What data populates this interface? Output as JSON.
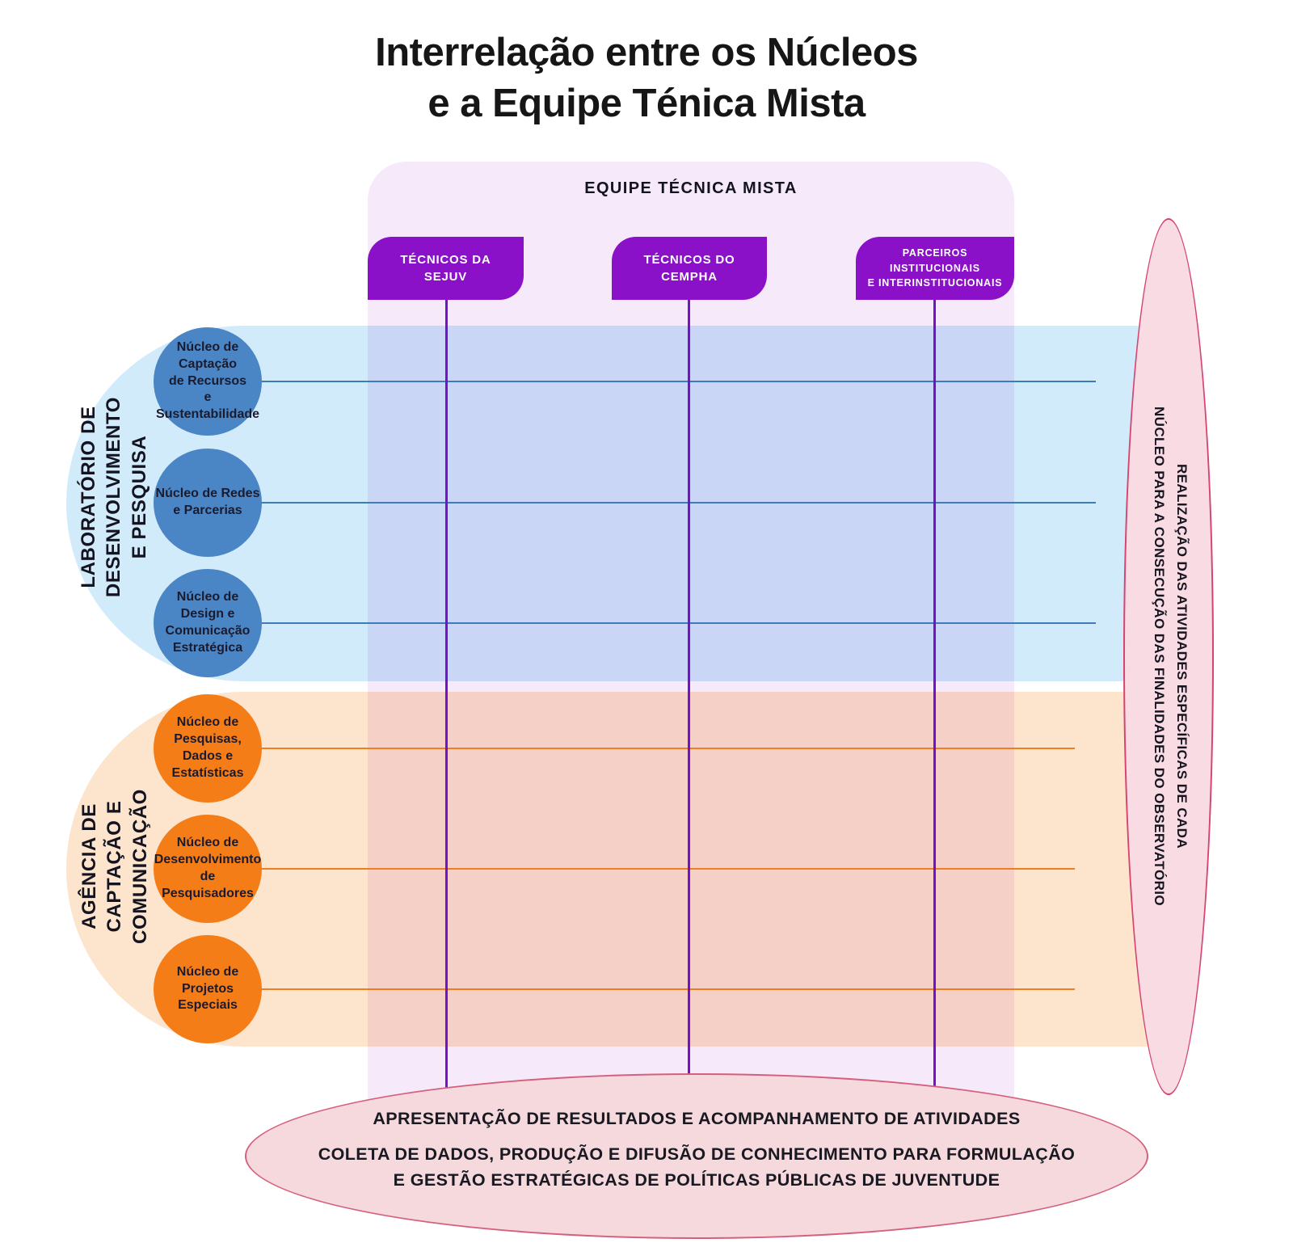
{
  "title": {
    "line1": "Interrelação entre os Núcleos",
    "line2": "e a Equipe Ténica Mista"
  },
  "equipe": {
    "header": "EQUIPE TÉCNICA MISTA",
    "columns": [
      "TÉCNICOS DA\nSEJUV",
      "TÉCNICOS DO\nCEMPHA",
      "PARCEIROS\nINSTITUCIONAIS\nE INTERINSTITUCIONAIS"
    ]
  },
  "groups": [
    {
      "label": "LABORATÓRIO DE\nDESENVOLVIMENTO\nE PESQUISA",
      "band_color": "#d2ebfb",
      "circle_color": "#4a86c5",
      "line_color": "#3e7cb9",
      "nucleos": [
        "Núcleo de\nCaptação\nde Recursos\ne Sustentabilidade",
        "Núcleo de Redes\ne Parcerias",
        "Núcleo de\nDesign e\nComunicação\nEstratégica"
      ]
    },
    {
      "label": "AGÊNCIA DE\nCAPTAÇÃO E\nCOMUNICAÇÃO",
      "band_color": "#fde4cc",
      "circle_color": "#f57d18",
      "line_color": "#f07d1f",
      "nucleos": [
        "Núcleo de\nPesquisas,\nDados e\nEstatísticas",
        "Núcleo de\nDesenvolvimento de\nPesquisadores",
        "Núcleo de\nProjetos\nEspeciais"
      ]
    }
  ],
  "right_ellipse": {
    "text": "REALIZAÇÃO DAS ATIVIDADES ESPECÍFICAS DE CADA\nNÚCLEO PARA A CONSECUÇÃO DAS FINALIDADES DO OBSERVATÓRIO"
  },
  "bottom_ellipse": {
    "line1": "APRESENTAÇÃO DE RESULTADOS E ACOMPANHAMENTO DE ATIVIDADES",
    "line2": "COLETA DE DADOS, PRODUÇÃO E DIFUSÃO DE CONHECIMENTO PARA FORMULAÇÃO\nE GESTÃO ESTRATÉGICAS DE POLÍTICAS PÚBLICAS DE JUVENTUDE"
  },
  "colors": {
    "purple_box": "#8a11c8",
    "purple_line": "#7512c9",
    "lavender_panel": "#f6e9f9",
    "blue_band": "#d2ebfb",
    "blue_circle": "#4a86c5",
    "blue_line": "#3e7cb9",
    "orange_band": "#fde4cc",
    "orange_circle": "#f57d18",
    "orange_line": "#f07d1f",
    "pink_fill": "#f8dbe3",
    "pink_border": "#d5436e"
  }
}
